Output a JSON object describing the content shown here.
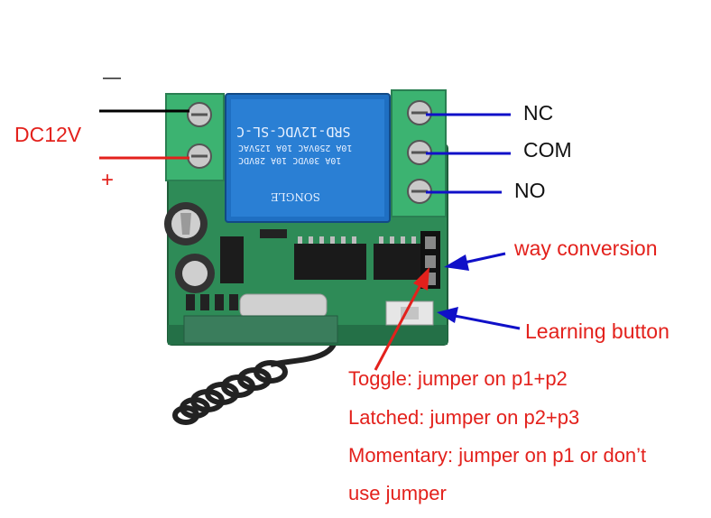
{
  "power": {
    "minus": "—",
    "plus": "+",
    "voltage": "DC12V"
  },
  "terminals": {
    "nc": "NC",
    "com": "COM",
    "no": "NO"
  },
  "relay": {
    "model": "SRD-12VDC-SL-C",
    "rating_1": "10A 250VAC  10A 125VAC",
    "rating_2": "10A 30VDC  10A 28VDC",
    "brand": "SONGLE"
  },
  "callouts": {
    "way_conversion": "way conversion",
    "learning_button": "Learning button"
  },
  "modes": {
    "toggle": "Toggle: jumper on p1+p2",
    "latched": "Latched: jumper on p2+p3",
    "momentary": "Momentary: jumper on p1 or don’t",
    "momentary_cont": "use jumper"
  },
  "colors": {
    "label_red": "#e3211c",
    "pointer_blue": "#1010c8",
    "board_green": "#2e8b57",
    "terminal_green": "#3cb371",
    "relay_blue": "#1f6fc2"
  }
}
